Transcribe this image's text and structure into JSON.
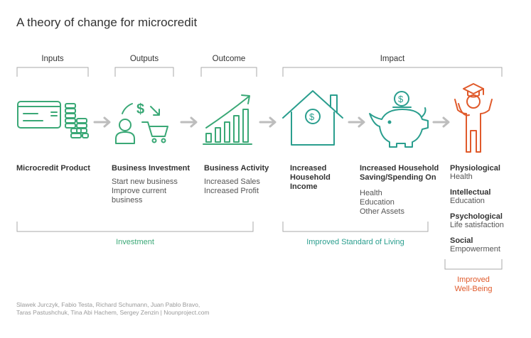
{
  "title": "A theory of change for microcredit",
  "stages": {
    "inputs": "Inputs",
    "outputs": "Outputs",
    "outcome": "Outcome",
    "impact": "Impact"
  },
  "columns": {
    "product": {
      "title": "Microcredit Product"
    },
    "investment": {
      "title": "Business Investment",
      "lines": [
        "Start new business",
        "Improve current",
        "business"
      ]
    },
    "activity": {
      "title": "Business Activity",
      "lines": [
        "Increased Sales",
        "Increased Profit"
      ]
    },
    "income": {
      "title_lines": [
        "Increased",
        "Household",
        "Income"
      ]
    },
    "saving": {
      "title_lines": [
        "Increased Household",
        "Saving/Spending On"
      ],
      "lines": [
        "Health",
        "Education",
        "Other Assets"
      ]
    },
    "wellbeing": [
      {
        "title": "Physiological",
        "sub": "Health"
      },
      {
        "title": "Intellectual",
        "sub": "Education"
      },
      {
        "title": "Psychological",
        "sub": "Life satisfaction"
      },
      {
        "title": "Social",
        "sub": "Empowerment"
      }
    ]
  },
  "groups": {
    "investment": "Investment",
    "standard": "Improved Standard of Living",
    "wellbeing_lines": [
      "Improved",
      "Well-Being"
    ]
  },
  "colors": {
    "green": "#3aa876",
    "teal": "#2a9e8e",
    "orange": "#e05a2b",
    "bracket": "#aaaaaa"
  },
  "footer_lines": [
    "Slawek Jurczyk, Fabio Testa, Richard Schumann, Juan Pablo Bravo,",
    "Taras Pastushchuk, Tina Abi Hachem, Sergey Zenzin | Nounproject.com"
  ]
}
